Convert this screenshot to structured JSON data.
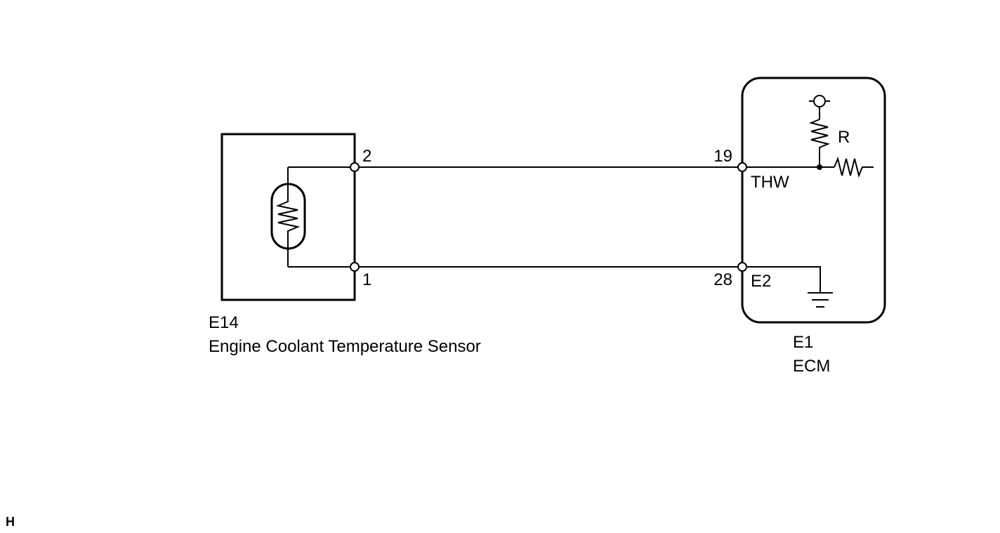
{
  "sensor": {
    "code": "E14",
    "name": "Engine Coolant Temperature Sensor",
    "pin_top": "2",
    "pin_bottom": "1"
  },
  "ecm": {
    "code": "E1",
    "name": "ECM",
    "pin_thw": "19",
    "pin_e2": "28",
    "signal_thw": "THW",
    "signal_e2": "E2",
    "resistor_label": "R"
  },
  "corner_mark": "H"
}
